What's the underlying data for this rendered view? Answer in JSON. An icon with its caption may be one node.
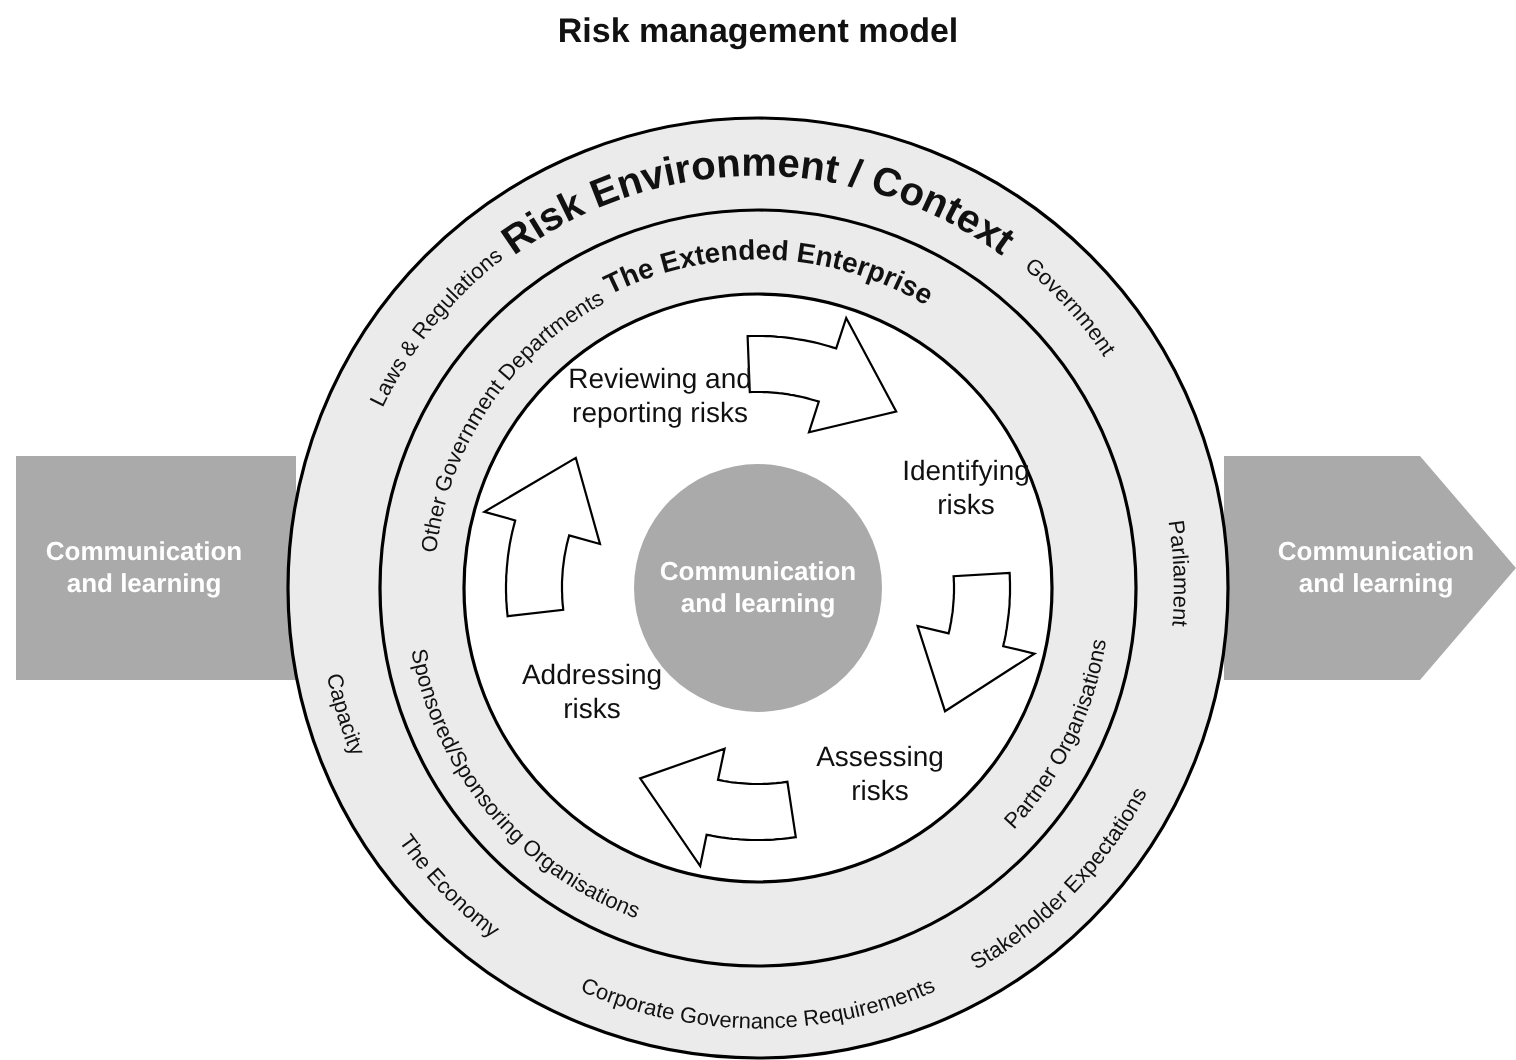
{
  "diagram": {
    "title": "Risk management model",
    "nodes": [
      {
        "text": [
          "Communication and learning"
        ]
      },
      {
        "text": [
          "Communication and learning"
        ]
      },
      {
        "text": [
          "Risk Environment / Context",
          "Laws & Regulations",
          "Government",
          "Parliament",
          "Stakeholder Expectations",
          "Corporate Governance Requirements",
          "The Economy",
          "Capacity"
        ]
      },
      {
        "text": [
          "The Extended Enterprise",
          "Other Government Departments",
          "Sponsored/Sponsoring Organisations",
          "Partner Organisations"
        ],
        "in": 2
      },
      {
        "text": [],
        "shape": "circle",
        "in": 3
      },
      {
        "text": [
          "Reviewing and reporting risks"
        ],
        "in": 4
      },
      {
        "text": [
          "Identifying risks"
        ],
        "in": 4
      },
      {
        "text": [
          "Assessing risks"
        ],
        "in": 4
      },
      {
        "text": [
          "Addressing risks"
        ],
        "in": 4
      },
      {
        "text": [
          "Communication and learning"
        ],
        "in": 4
      }
    ],
    "edges": [
      {
        "from": 5,
        "to": 6,
        "arrow": "to"
      },
      {
        "from": 6,
        "to": 7,
        "arrow": "to"
      },
      {
        "from": 7,
        "to": 8,
        "arrow": "to"
      },
      {
        "from": 8,
        "to": 5,
        "arrow": "to"
      }
    ]
  }
}
